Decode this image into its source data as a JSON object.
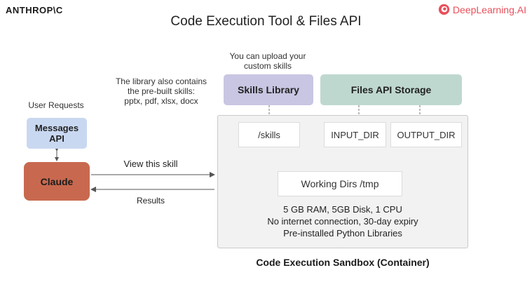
{
  "header": {
    "left_logo": "ANTHROP\\C",
    "right_logo": "DeepLearning.AI",
    "title": "Code Execution Tool & Files API"
  },
  "notes": {
    "upload": [
      "You can upload your",
      "custom skills"
    ],
    "library": [
      "The library also contains",
      "the pre-built skills:",
      "pptx, pdf, xlsx, docx"
    ],
    "user_requests": "User Requests"
  },
  "boxes": {
    "messages_api": [
      "Messages",
      "API"
    ],
    "claude": "Claude",
    "skills_library": "Skills Library",
    "files_api_storage": "Files API Storage"
  },
  "sandbox": {
    "skills_dir": "/skills",
    "input_dir": "INPUT_DIR",
    "output_dir": "OUTPUT_DIR",
    "working_dirs": "Working Dirs /tmp",
    "specs": [
      "5 GB RAM, 5GB Disk, 1 CPU",
      "No internet connection, 30-day expiry",
      "Pre-installed Python Libraries"
    ],
    "label": "Code Execution Sandbox (Container)"
  },
  "arrows": {
    "view_skill": "View this skill",
    "results": "Results"
  },
  "colors": {
    "messages_api": "#c9d8f1",
    "claude": "#c8694f",
    "skills_library": "#c8c6e2",
    "files_api_storage": "#bfd8cf",
    "sandbox": "#f2f2f2",
    "brand_right": "#e8505b"
  }
}
